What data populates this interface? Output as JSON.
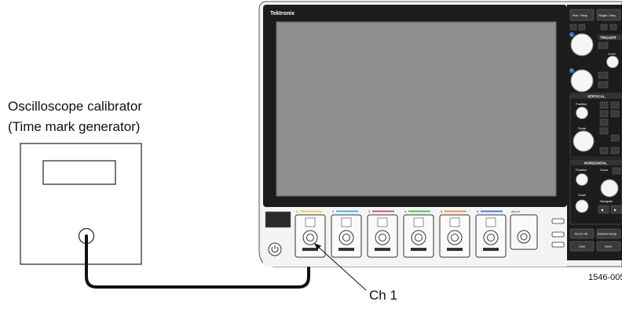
{
  "calibrator": {
    "title_line1": "Oscilloscope calibrator",
    "title_line2": "(Time mark generator)"
  },
  "channel_callout": "Ch 1",
  "figure_id": "1546-005",
  "scope": {
    "brand": "Tektronix",
    "buttons": {
      "run_stop": "Run / Stop",
      "single_seq": "Single / Seq",
      "touch_off": "Touch Off",
      "default_setup": "Default Setup",
      "user": "User",
      "save": "Save"
    },
    "sections": {
      "trigger": "TRIGGER",
      "vertical": "VERTICAL",
      "horizontal": "HORIZONTAL"
    },
    "knob_labels": {
      "level": "Level",
      "position_v": "Position",
      "scale_v": "Scale",
      "position_h": "Position",
      "scale_h": "Scale",
      "zoom": "Zoom",
      "navigate": "Navigate"
    },
    "channel_numbers": [
      "1",
      "2",
      "3",
      "4",
      "5",
      "6"
    ],
    "aux_in": "Aux In",
    "channel_colors": [
      "#e8d84a",
      "#46b8e0",
      "#e0506a",
      "#5cc05c",
      "#f29a38",
      "#4a7ae0"
    ]
  }
}
